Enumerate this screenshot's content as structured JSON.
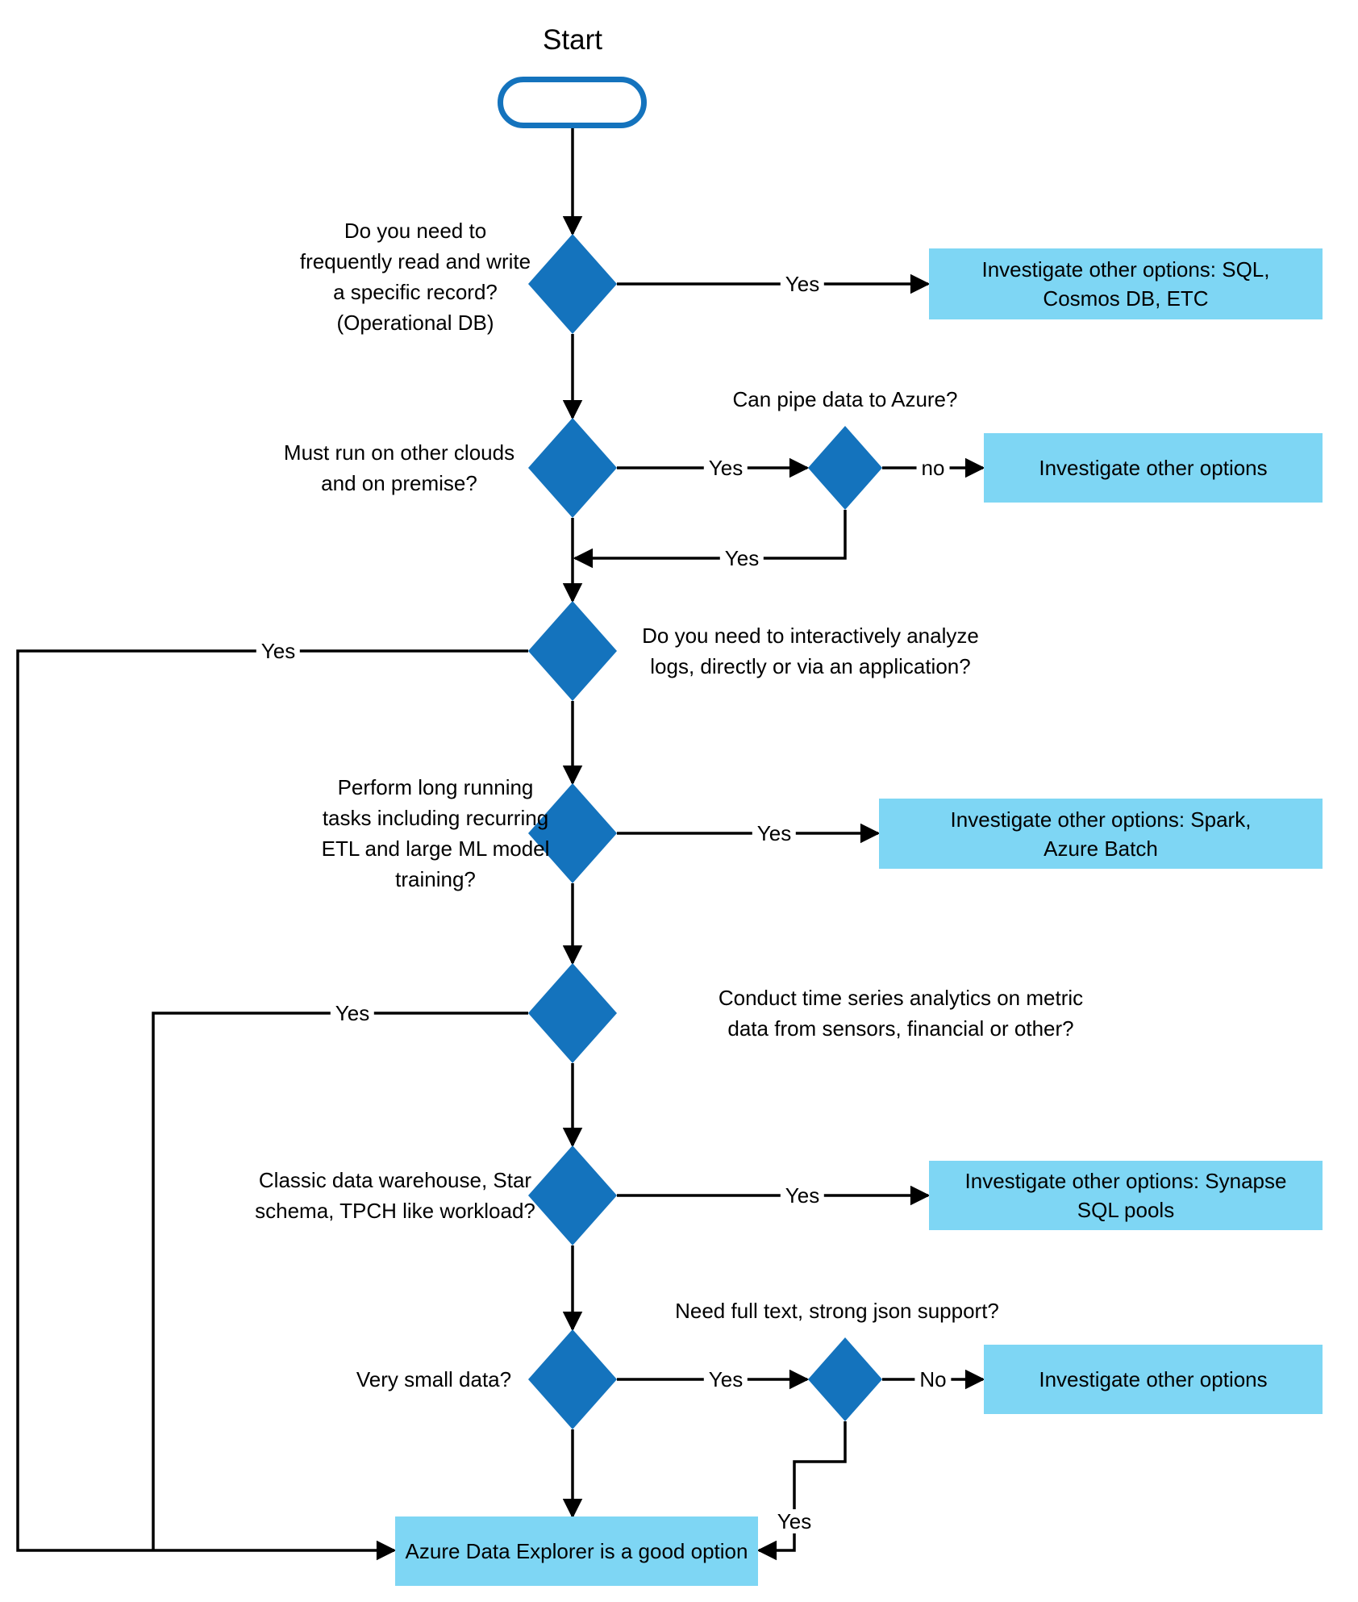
{
  "diagram": {
    "start": {
      "label": "Start"
    },
    "questions": {
      "q1": "Do you need to\nfrequently read and write\na specific record?\n(Operational DB)",
      "q2": "Must run on other clouds\nand on premise?",
      "q2b": "Can pipe data to Azure?",
      "q3": "Do you need to interactively analyze\nlogs, directly or via an application?",
      "q4": "Perform long running\ntasks including recurring\nETL and large ML model\ntraining?",
      "q5": "Conduct time series analytics on metric\ndata from sensors, financial or other?",
      "q6": "Classic data warehouse, Star\nschema, TPCH like workload?",
      "q7": "Very small data?",
      "q7b": "Need full text, strong json support?"
    },
    "outcomes": {
      "box1": "Investigate other options: SQL,\nCosmos DB, ETC",
      "box2": "Investigate other options",
      "box3": "Investigate other options: Spark,\nAzure Batch",
      "box4": "Investigate other options",
      "box5": "Investigate other options: Synapse\nSQL pools",
      "final": "Azure Data Explorer is a good option"
    },
    "edge_labels": {
      "q1_yes": "Yes",
      "q2_yes": "Yes",
      "q2b_no": "no",
      "q2b_yes": "Yes",
      "q3_yes": "Yes",
      "q4_yes": "Yes",
      "q5_yes": "Yes",
      "q6_yes": "Yes",
      "q7_yes": "Yes",
      "q7b_no": "No",
      "q7b_yes": "Yes"
    },
    "colors": {
      "decision_fill": "#1473BD",
      "outcome_fill": "#7ED6F4",
      "start_border": "#1473BD",
      "connector": "#000000"
    }
  }
}
